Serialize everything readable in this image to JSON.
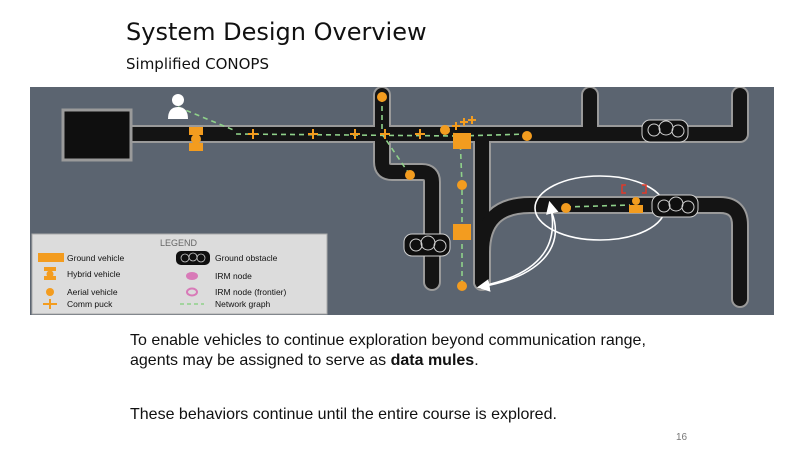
{
  "slide": {
    "title": "System Design Overview",
    "subtitle": "Simplified CONOPS",
    "page_number": "16"
  },
  "text": {
    "p1_line1": "To enable vehicles to continue exploration beyond communication range,",
    "p1_line2_prefix": "agents may be assigned to serve as ",
    "p1_line2_bold": "data mules",
    "p1_line2_suffix": ".",
    "p2": "These behaviors continue until the entire course is explored."
  },
  "legend": {
    "title": "LEGEND",
    "items": [
      "Ground vehicle",
      "Hybrid vehicle",
      "Aerial vehicle",
      "Comm puck",
      "Ground obstacle",
      "IRM node",
      "IRM node (frontier)",
      "Network graph"
    ]
  },
  "colors": {
    "background": "#5b6470",
    "tunnel": "#141414",
    "tunnel_edge": "#9a9a9a",
    "vehicle": "#f39c1f",
    "graph": "#8fd18a",
    "irm": "#d87ab8",
    "alert": "#e03a2a"
  }
}
